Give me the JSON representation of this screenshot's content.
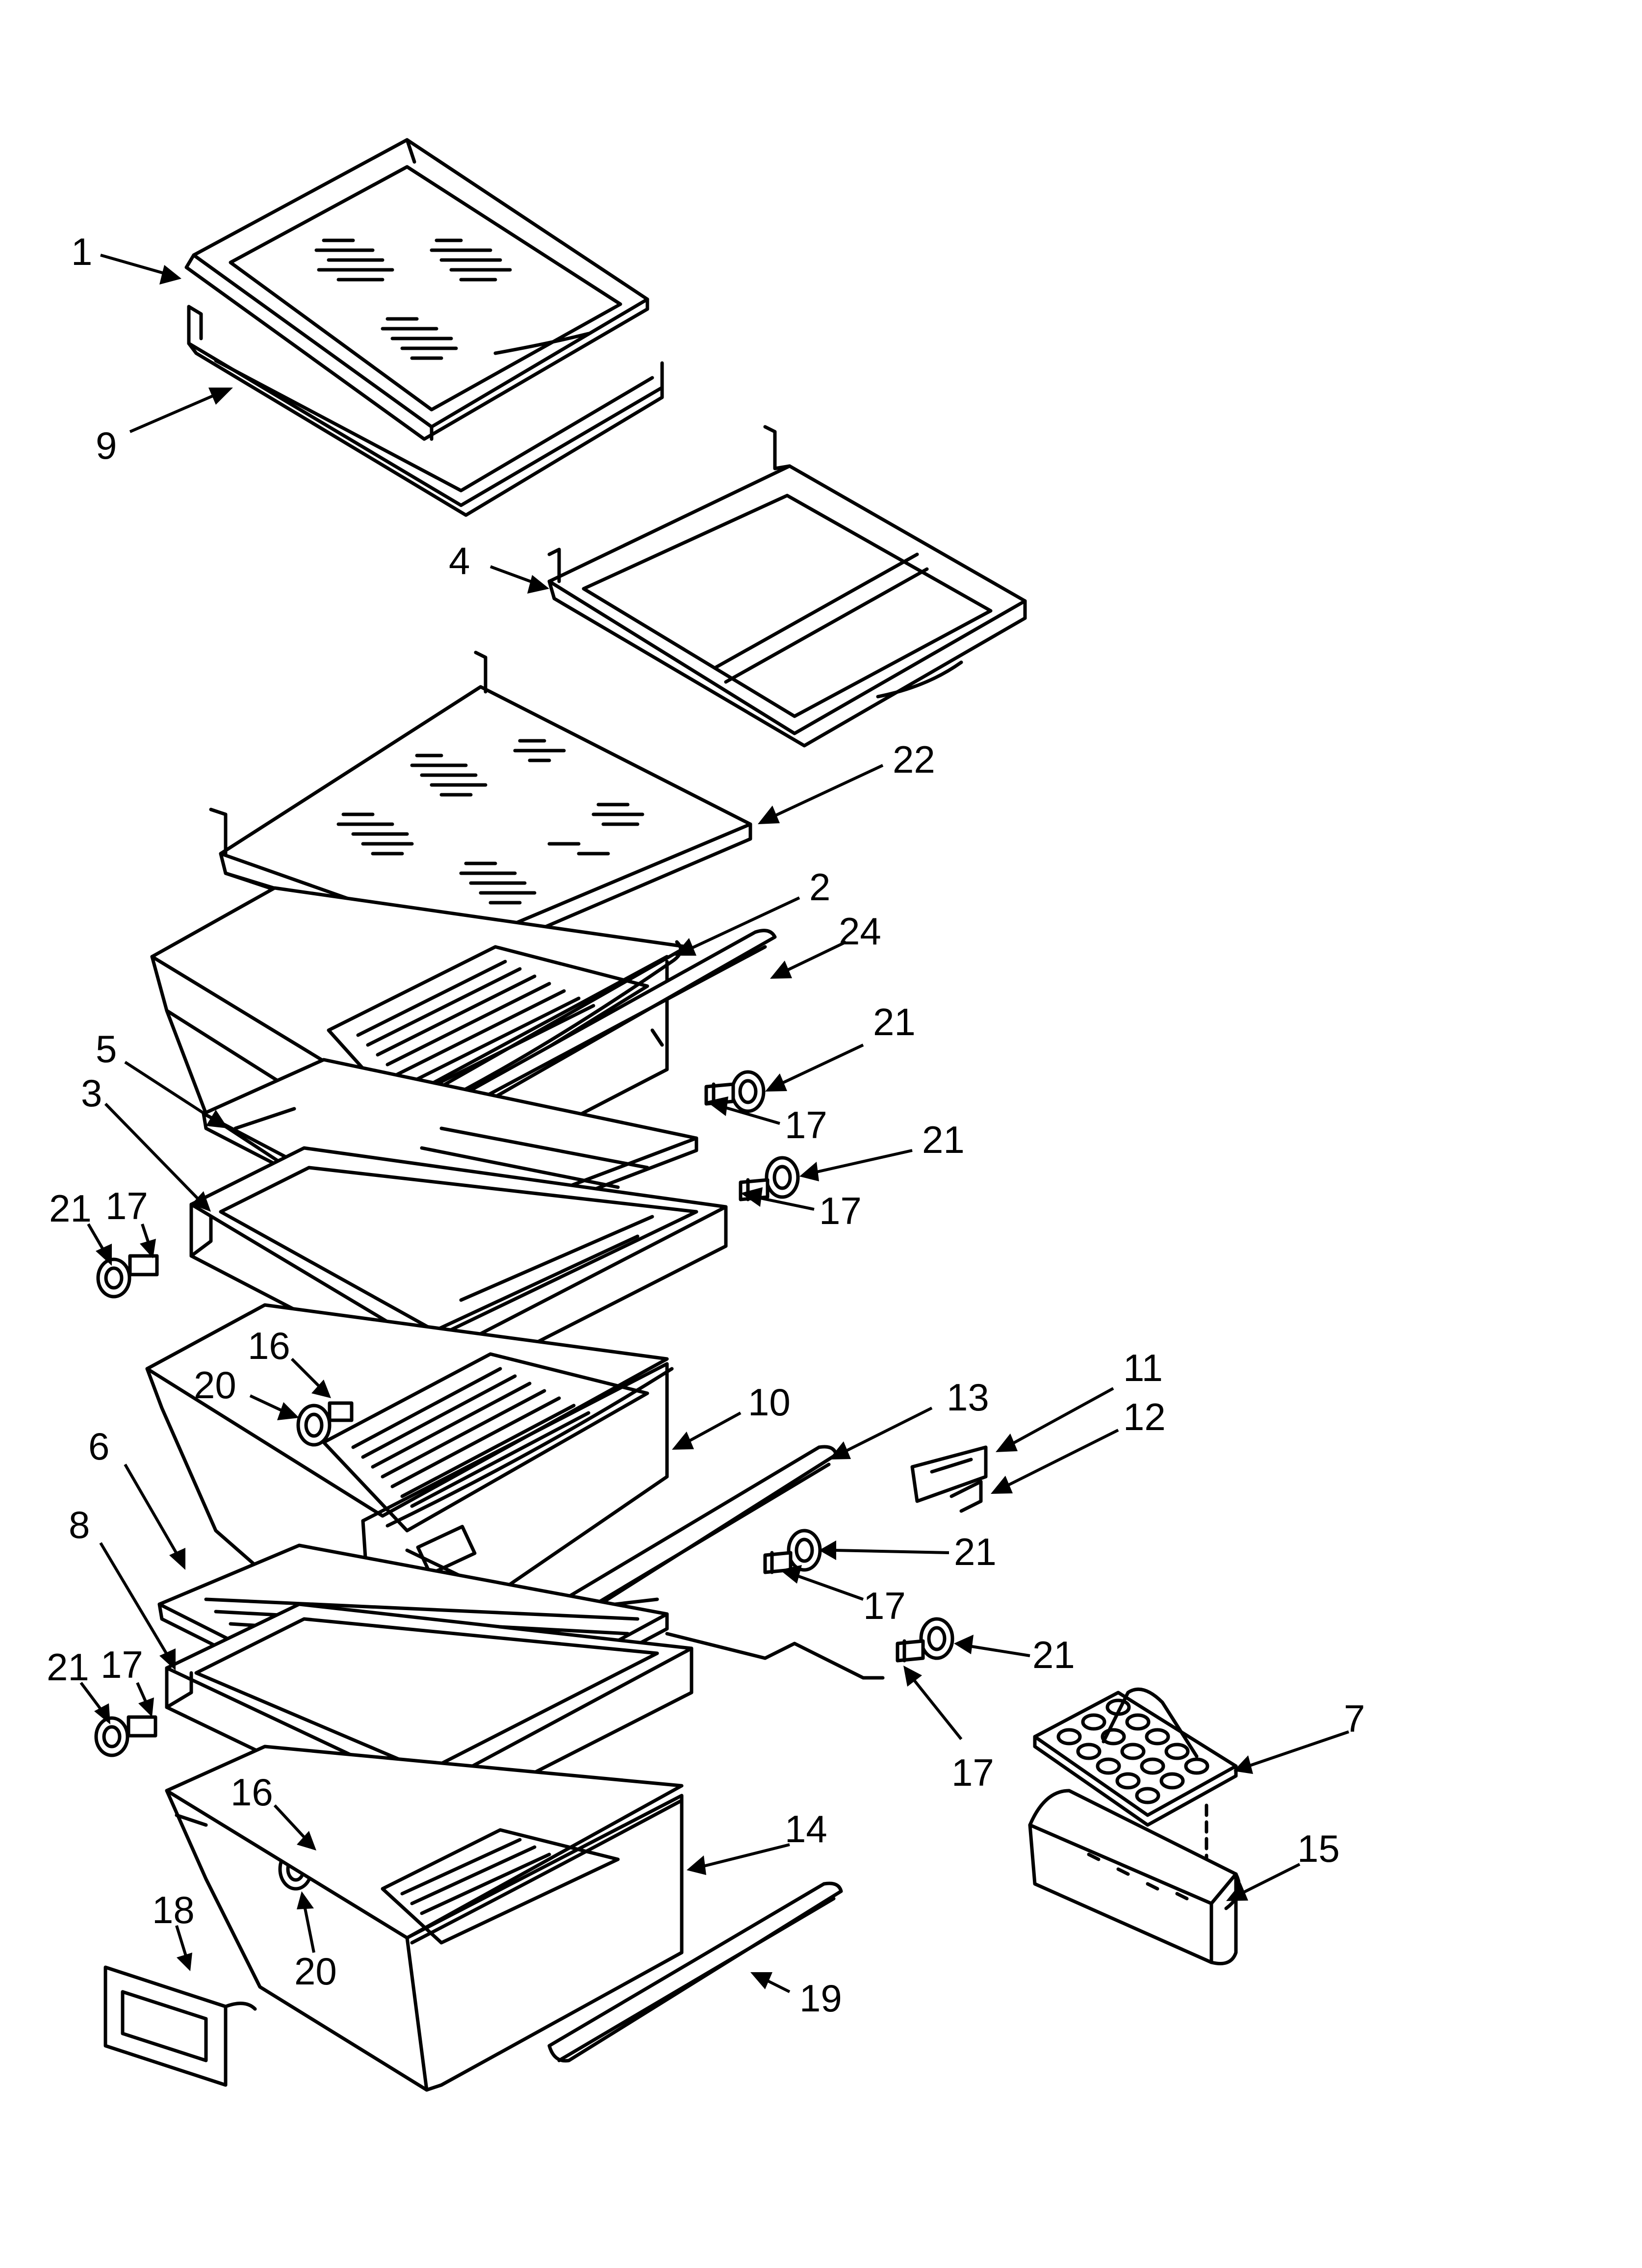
{
  "callouts": [
    {
      "id": "c1",
      "label": "1"
    },
    {
      "id": "c9",
      "label": "9"
    },
    {
      "id": "c4",
      "label": "4"
    },
    {
      "id": "c22",
      "label": "22"
    },
    {
      "id": "c2",
      "label": "2"
    },
    {
      "id": "c24",
      "label": "24"
    },
    {
      "id": "c21a",
      "label": "21"
    },
    {
      "id": "c17a",
      "label": "17"
    },
    {
      "id": "c21b",
      "label": "21"
    },
    {
      "id": "c17b",
      "label": "17"
    },
    {
      "id": "c5",
      "label": "5"
    },
    {
      "id": "c3",
      "label": "3"
    },
    {
      "id": "c21c",
      "label": "21"
    },
    {
      "id": "c17c",
      "label": "17"
    },
    {
      "id": "c16a",
      "label": "16"
    },
    {
      "id": "c20a",
      "label": "20"
    },
    {
      "id": "c10",
      "label": "10"
    },
    {
      "id": "c13",
      "label": "13"
    },
    {
      "id": "c11",
      "label": "11"
    },
    {
      "id": "c12",
      "label": "12"
    },
    {
      "id": "c6",
      "label": "6"
    },
    {
      "id": "c8",
      "label": "8"
    },
    {
      "id": "c21d",
      "label": "21"
    },
    {
      "id": "c17d",
      "label": "17"
    },
    {
      "id": "c21e",
      "label": "21"
    },
    {
      "id": "c17e",
      "label": "17"
    },
    {
      "id": "c21f",
      "label": "21"
    },
    {
      "id": "c17f",
      "label": "17"
    },
    {
      "id": "c7",
      "label": "7"
    },
    {
      "id": "c16b",
      "label": "16"
    },
    {
      "id": "c14",
      "label": "14"
    },
    {
      "id": "c15",
      "label": "15"
    },
    {
      "id": "c18",
      "label": "18"
    },
    {
      "id": "c20b",
      "label": "20"
    },
    {
      "id": "c19",
      "label": "19"
    }
  ]
}
